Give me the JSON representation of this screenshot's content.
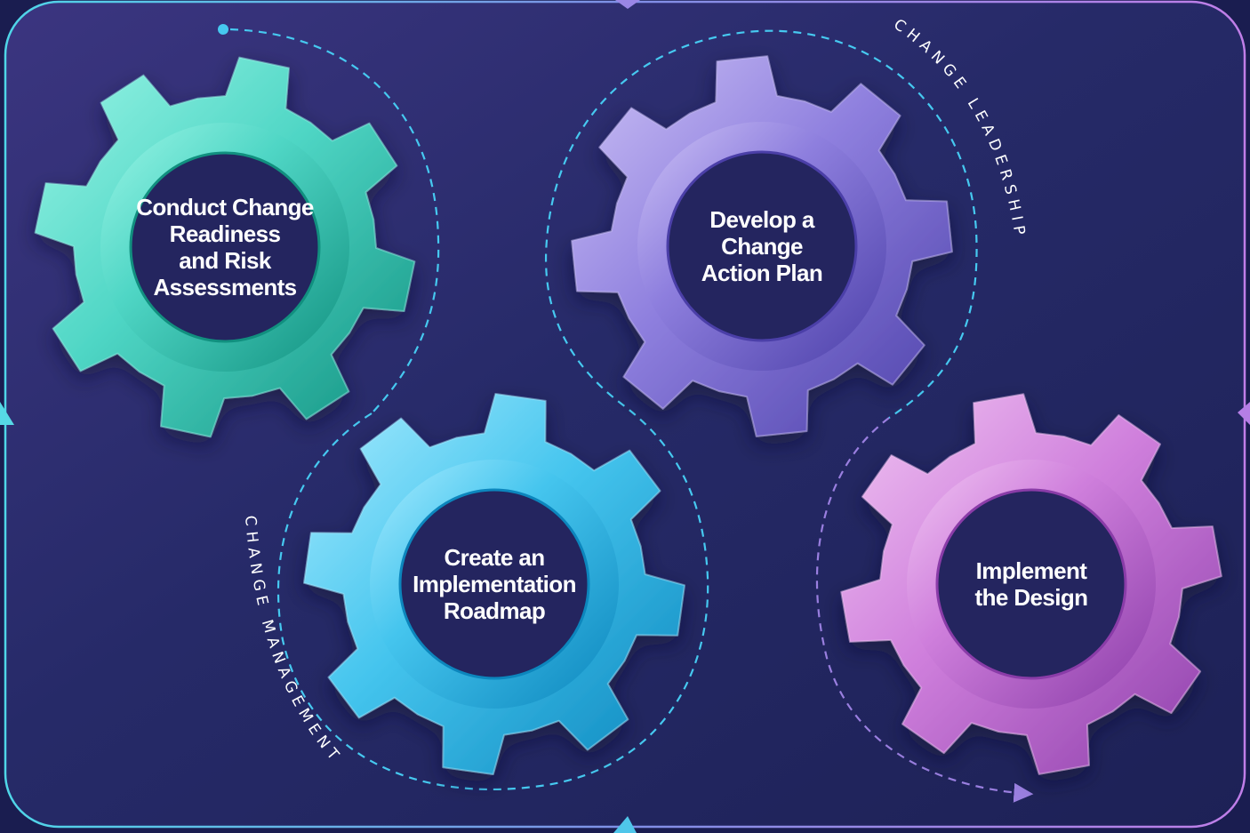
{
  "diagram": {
    "gears": [
      {
        "id": "readiness",
        "lines": [
          "Conduct Change",
          "Readiness",
          "and Risk",
          "Assessments"
        ],
        "colors": {
          "light": "#9af5e6",
          "mid": "#4fd6c5",
          "dark": "#11907f"
        }
      },
      {
        "id": "action-plan",
        "lines": [
          "Develop a",
          "Change",
          "Action Plan"
        ],
        "colors": {
          "light": "#cdc2f6",
          "mid": "#8e7fde",
          "dark": "#4b3fa8"
        }
      },
      {
        "id": "roadmap",
        "lines": [
          "Create an",
          "Implementation",
          "Roadmap"
        ],
        "colors": {
          "light": "#a9ecff",
          "mid": "#45c5ee",
          "dark": "#0c86bd"
        }
      },
      {
        "id": "implement",
        "lines": [
          "Implement",
          "the Design"
        ],
        "colors": {
          "light": "#f1c6f3",
          "mid": "#cf7fdc",
          "dark": "#8a3ca8"
        }
      }
    ],
    "arc_labels": {
      "leadership": "CHANGE LEADERSHIP",
      "management": "CHANGE MANAGEMENT"
    },
    "colors": {
      "background": "#22245e",
      "frame": "#5ec7ea",
      "dash_cyan": "#46c9f0",
      "dash_purple": "#9a7fe0",
      "hub": "#24255f"
    }
  }
}
